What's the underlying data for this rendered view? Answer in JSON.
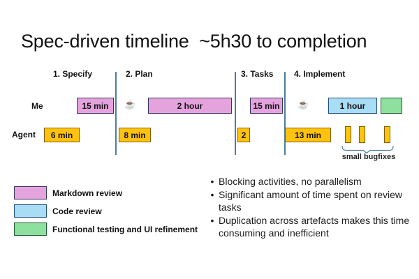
{
  "slide_title": "Spec-driven timeline  ~5h30 to completion",
  "colors": {
    "markdown_fill": "#E5A3DE",
    "markdown_border": "#35355E",
    "code_fill": "#A9DCF5",
    "code_border": "#1F4E79",
    "testing_fill": "#8EE09E",
    "testing_border": "#1E5B33",
    "agent_fill": "#FFC20E",
    "agent_border": "#7F6000",
    "divider": "#4D7E9E",
    "text": "#1A1A1A"
  },
  "icons": {
    "coffee": "☕"
  },
  "timeline": {
    "phases": [
      {
        "label": "1. Specify"
      },
      {
        "label": "2. Plan"
      },
      {
        "label": "3. Tasks"
      },
      {
        "label": "4. Implement"
      }
    ],
    "me_row_label": "Me",
    "agent_row_label": "Agent",
    "me_bars": [
      {
        "label": "15 min",
        "phase": "1. Specify",
        "type": "markdown"
      },
      {
        "label": "2 hour",
        "phase": "2. Plan",
        "type": "markdown"
      },
      {
        "label": "15 min",
        "phase": "3. Tasks",
        "type": "markdown"
      },
      {
        "label": "1 hour",
        "phase": "4. Implement",
        "type": "code"
      },
      {
        "label": "",
        "phase": "4. Implement",
        "type": "testing"
      }
    ],
    "agent_bars": [
      {
        "label": "6 min",
        "phase": "1. Specify"
      },
      {
        "label": "8 min",
        "phase": "2. Plan"
      },
      {
        "label": "2",
        "phase": "3. Tasks"
      },
      {
        "label": "13 min",
        "phase": "4. Implement"
      }
    ],
    "bugfix_annotation": "small bugfixes"
  },
  "legend": [
    {
      "label": "Markdown review",
      "color": "#E5A3DE"
    },
    {
      "label": "Code review",
      "color": "#A9DCF5"
    },
    {
      "label": "Functional testing and UI refinement",
      "color": "#8EE09E"
    }
  ],
  "bullets": [
    "Blocking activities, no parallelism",
    "Significant amount of time spent on review tasks",
    "Duplication across artefacts makes this time consuming and inefficient"
  ]
}
